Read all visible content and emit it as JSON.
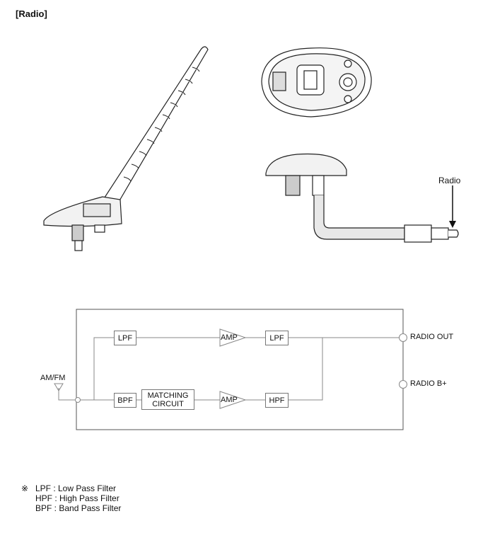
{
  "title": "[Radio]",
  "illustration": {
    "radio_label": "Radio"
  },
  "block_diagram": {
    "input_label": "AM/FM",
    "top_path": [
      "LPF",
      "AMP",
      "LPF"
    ],
    "bottom_path": [
      "BPF",
      "MATCHING CIRCUIT",
      "AMP",
      "HPF"
    ],
    "outputs": [
      "RADIO OUT",
      "RADIO B+"
    ]
  },
  "legend": {
    "mark": "※",
    "items": [
      "LPF : Low Pass Filter",
      "HPF : High Pass Filter",
      "BPF : Band Pass Filter"
    ]
  }
}
